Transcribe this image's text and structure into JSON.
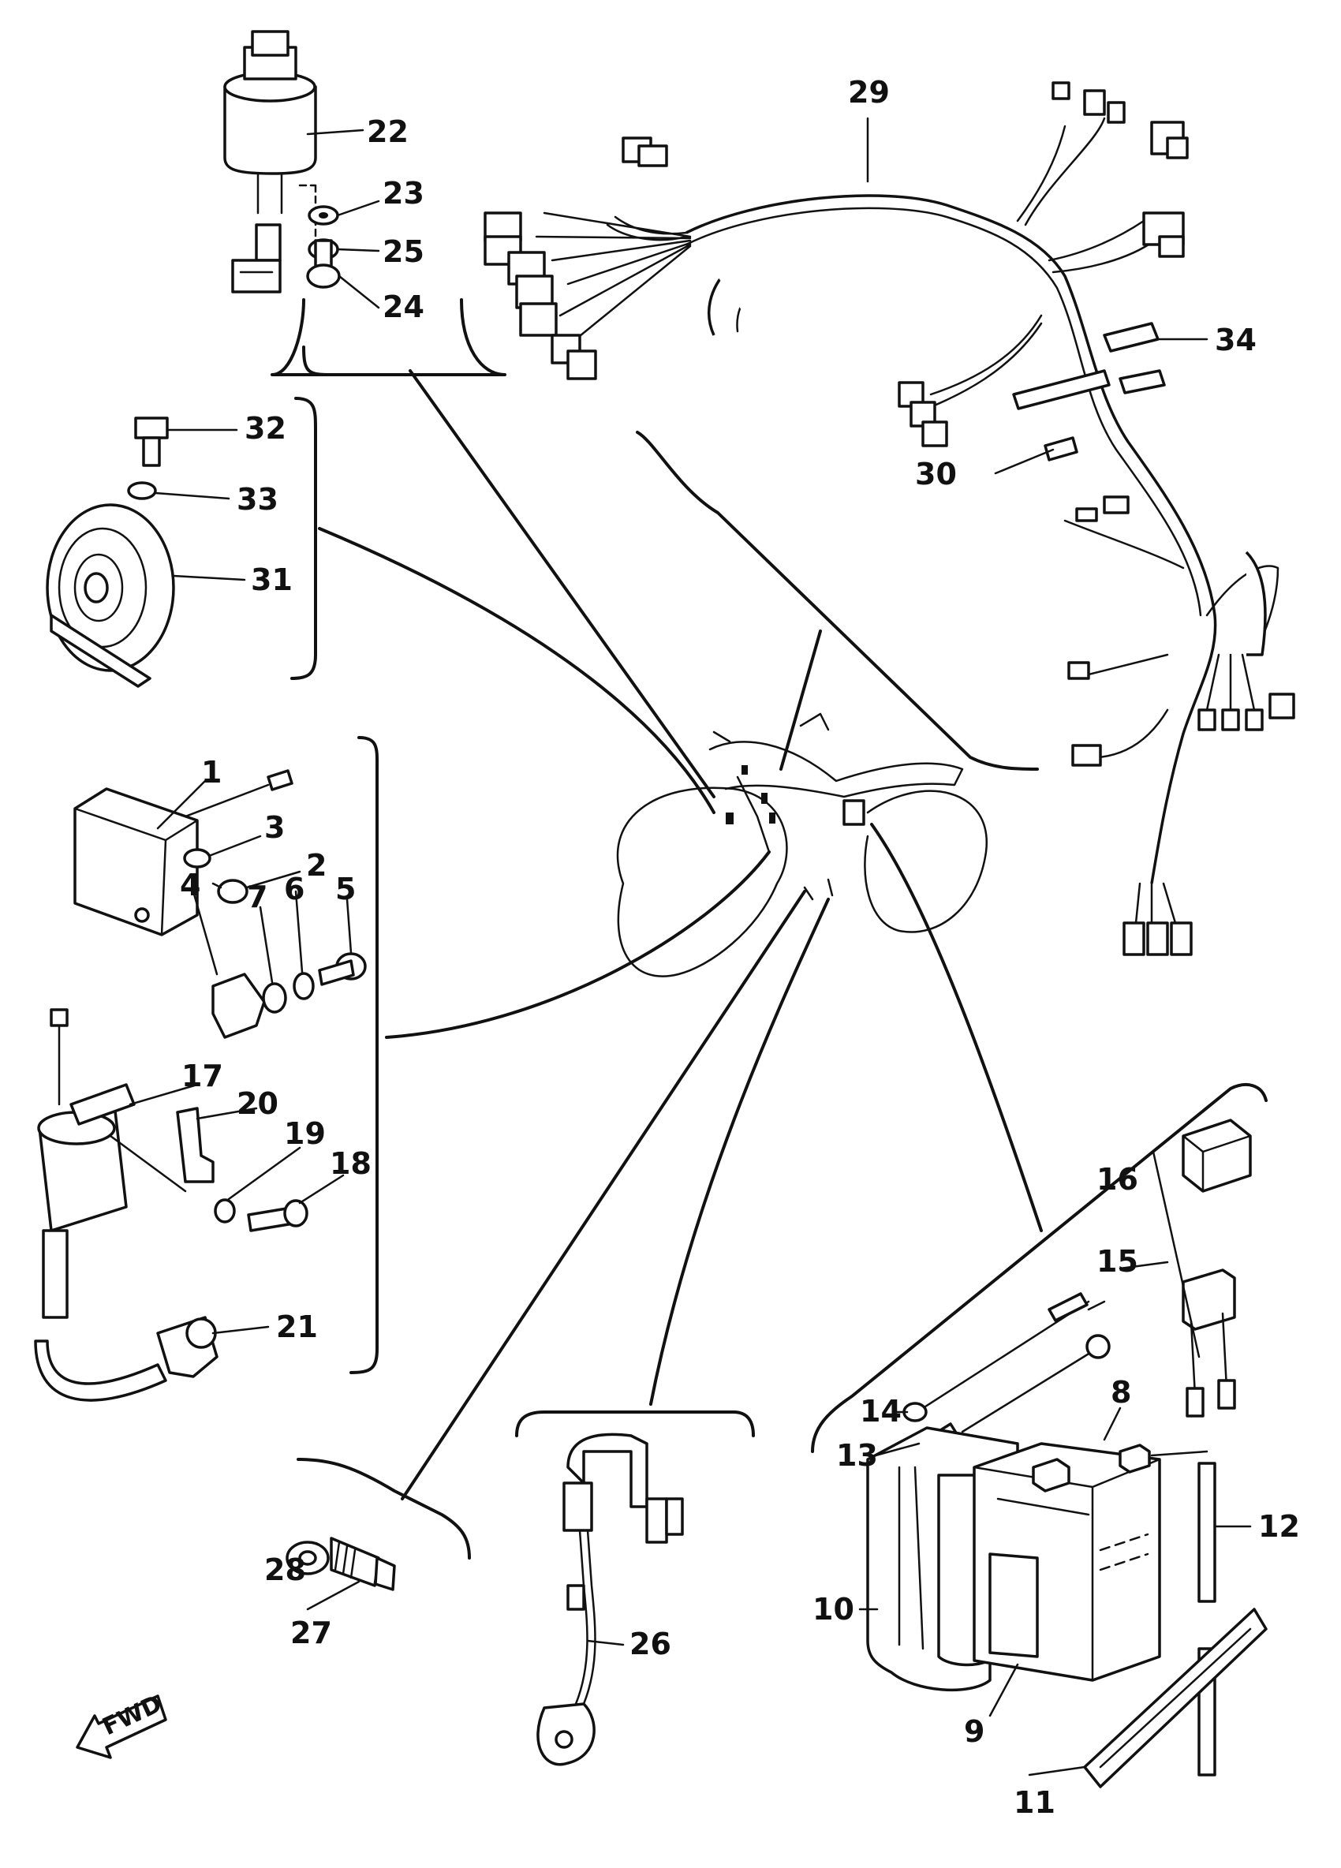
{
  "callouts": [
    {
      "id": "c1",
      "label": "1"
    },
    {
      "id": "c2",
      "label": "2"
    },
    {
      "id": "c3",
      "label": "3"
    },
    {
      "id": "c4",
      "label": "4"
    },
    {
      "id": "c5",
      "label": "5"
    },
    {
      "id": "c6",
      "label": "6"
    },
    {
      "id": "c7",
      "label": "7"
    },
    {
      "id": "c8",
      "label": "8"
    },
    {
      "id": "c9",
      "label": "9"
    },
    {
      "id": "c10",
      "label": "10"
    },
    {
      "id": "c11",
      "label": "11"
    },
    {
      "id": "c12",
      "label": "12"
    },
    {
      "id": "c13",
      "label": "13"
    },
    {
      "id": "c14",
      "label": "14"
    },
    {
      "id": "c15",
      "label": "15"
    },
    {
      "id": "c16",
      "label": "16"
    },
    {
      "id": "c17",
      "label": "17"
    },
    {
      "id": "c18",
      "label": "18"
    },
    {
      "id": "c19",
      "label": "19"
    },
    {
      "id": "c20",
      "label": "20"
    },
    {
      "id": "c21",
      "label": "21"
    },
    {
      "id": "c22",
      "label": "22"
    },
    {
      "id": "c23",
      "label": "23"
    },
    {
      "id": "c24",
      "label": "24"
    },
    {
      "id": "c25",
      "label": "25"
    },
    {
      "id": "c26",
      "label": "26"
    },
    {
      "id": "c27",
      "label": "27"
    },
    {
      "id": "c28",
      "label": "28"
    },
    {
      "id": "c29",
      "label": "29"
    },
    {
      "id": "c30",
      "label": "30"
    },
    {
      "id": "c31",
      "label": "31"
    },
    {
      "id": "c32",
      "label": "32"
    },
    {
      "id": "c33",
      "label": "33"
    },
    {
      "id": "c34",
      "label": "34"
    }
  ],
  "fwd_label": "FWD"
}
